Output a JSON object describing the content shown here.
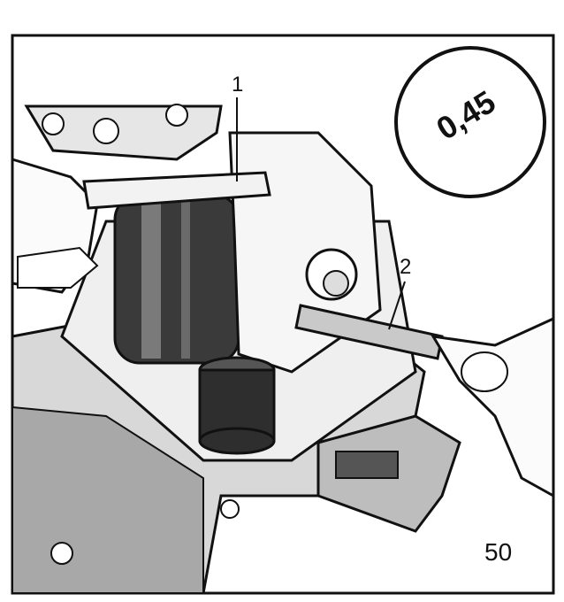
{
  "labels": {
    "part_1": "1",
    "part_2": "2",
    "figure_number": "50"
  },
  "gauge": {
    "value_text": "0,45"
  },
  "colors": {
    "ink": "#111111",
    "paper": "#ffffff",
    "shade": "#9a9a9a"
  }
}
